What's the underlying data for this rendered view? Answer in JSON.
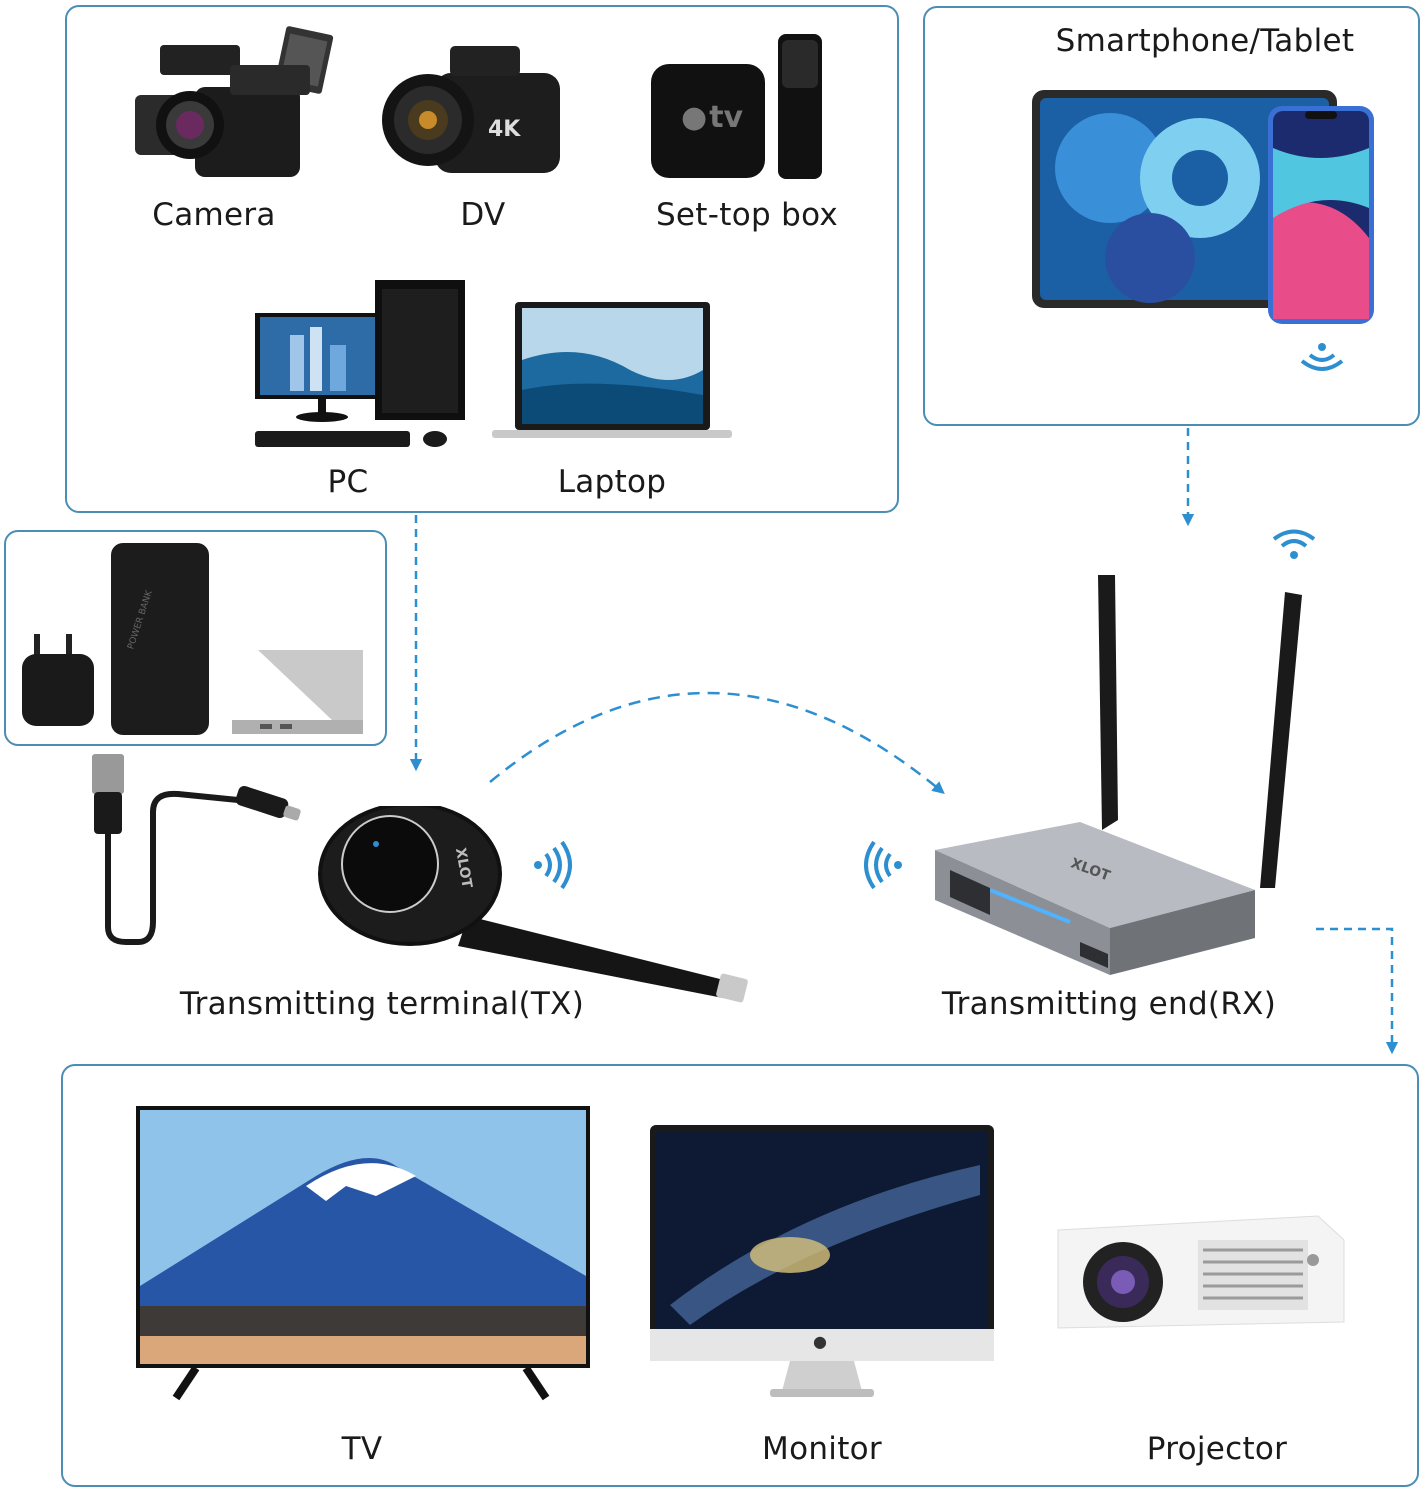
{
  "colors": {
    "panel_border": "#4a8db5",
    "arrow": "#2e8fd0",
    "wifi": "#2e8fd0"
  },
  "sources": {
    "camera": "Camera",
    "dv": "DV",
    "settop": "Set-top box",
    "pc": "PC",
    "laptop": "Laptop"
  },
  "settop_logo": "tv",
  "mobile": {
    "label": "Smartphone/Tablet"
  },
  "power_panel": {
    "power_bank_text": "POWER BANK"
  },
  "tx": {
    "label": "Transmitting terminal(TX)",
    "brand": "XLOT"
  },
  "rx": {
    "label": "Transmitting end(RX)",
    "brand": "XLOT"
  },
  "displays": {
    "tv": "TV",
    "monitor": "Monitor",
    "projector": "Projector"
  },
  "icons": [
    "wifi-icon",
    "signal-right-icon",
    "signal-left-icon",
    "apple-icon"
  ]
}
